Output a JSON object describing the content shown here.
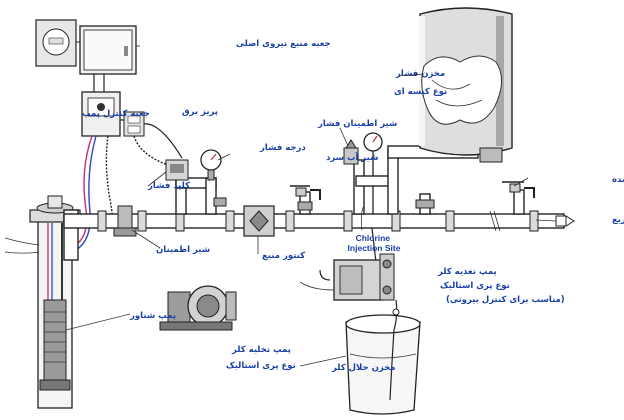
{
  "labels": {
    "main_power_box": "جعبه منبع نیروی اصلی",
    "pump_control_box": "جعبه کنترل پمپ",
    "power_outlet": "پریز برق",
    "pressure_switch": "کلید فشار",
    "pressure_gauge": "درجه فشار",
    "pressure_relief_valve": "شیر اطمینان فشار",
    "pressure_tank": "مخزن فشار",
    "tank_type": "نوع کیسه ای",
    "cold_water_valve": "شیر آب سرد",
    "treated_water_valve": "شیر آب تصفیه شده",
    "distribution_system": "سیستم توزیع",
    "chlorine_injection_site": "Chlorine Injection Site",
    "safety_valve": "شیر اطمینان",
    "source_meter": "کنتور منبع",
    "submersible_pump": "پمپ شناور",
    "chlorine_feed_pump": "پمپ تغذیه کلر",
    "feed_pump_type": "نوع پری استالیک",
    "feed_pump_note": "(مناسب برای کنترل بیرونی)",
    "transfer_pump": "پمپ تخلیه کلر",
    "transfer_pump_type": "نوع پری استالیک",
    "chlorine_solution_tank": "مخزن حلال کلر"
  }
}
